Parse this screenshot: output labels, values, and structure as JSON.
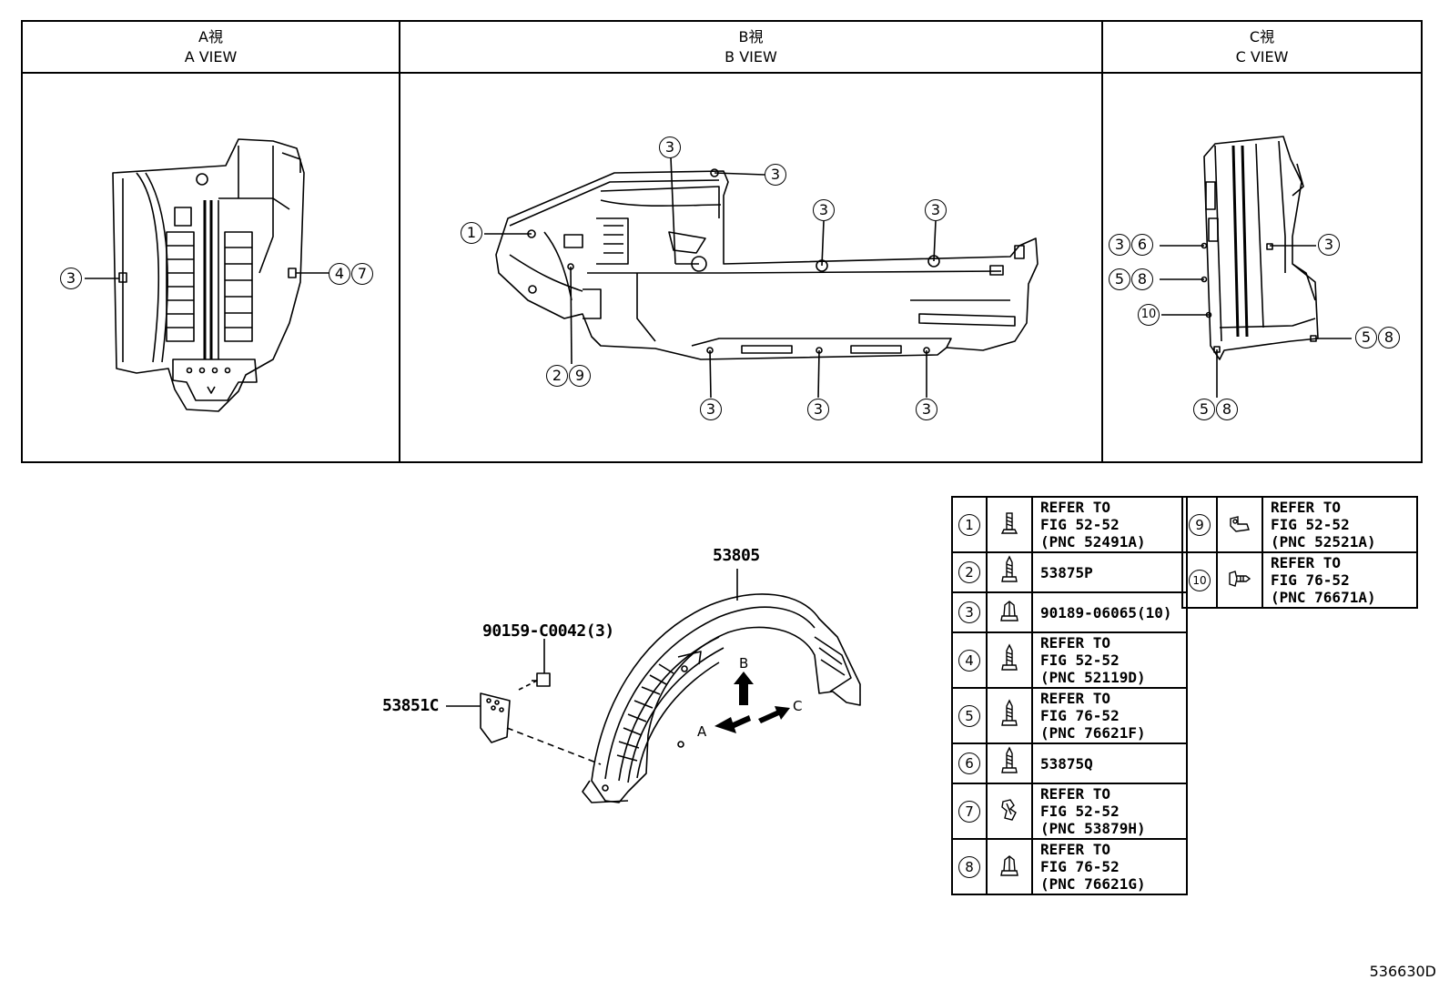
{
  "views": [
    {
      "jp": "A視",
      "en": "A VIEW"
    },
    {
      "jp": "B視",
      "en": "B VIEW"
    },
    {
      "jp": "C視",
      "en": "C VIEW"
    }
  ],
  "callouts": {
    "a_left": "3",
    "a_right_1": "4",
    "a_right_2": "7",
    "b_1": "1",
    "b_top_a": "3",
    "b_top_b": "3",
    "b_mid_a": "3",
    "b_mid_b": "3",
    "b_bot_left_1": "2",
    "b_bot_left_2": "9",
    "b_bot_a": "3",
    "b_bot_b": "3",
    "b_bot_c": "3",
    "c_36_1": "3",
    "c_36_2": "6",
    "c_58_1": "5",
    "c_58_2": "8",
    "c_10": "10",
    "c_right_3": "3",
    "c_right58_1": "5",
    "c_right58_2": "8",
    "c_bot58_1": "5",
    "c_bot58_2": "8"
  },
  "part_numbers": {
    "liner": "53805",
    "bolt": "90159-C0042(3)",
    "flap": "53851C"
  },
  "direction_labels": {
    "a": "A",
    "b": "B",
    "c": "C"
  },
  "legend_left": [
    {
      "num": "1",
      "icon": "bolt-icon",
      "text": "REFER TO\nFIG 52-52\n(PNC 52491A)"
    },
    {
      "num": "2",
      "icon": "screw-icon",
      "text": "53875P"
    },
    {
      "num": "3",
      "icon": "nut-icon",
      "text": "90189-06065(10)"
    },
    {
      "num": "4",
      "icon": "screw-icon",
      "text": "REFER TO\nFIG 52-52\n(PNC 52119D)"
    },
    {
      "num": "5",
      "icon": "screw-icon",
      "text": "REFER TO\nFIG 76-52\n(PNC 76621F)"
    },
    {
      "num": "6",
      "icon": "screw-icon",
      "text": "53875Q"
    },
    {
      "num": "7",
      "icon": "clip-icon",
      "text": "REFER TO\nFIG 52-52\n(PNC 53879H)"
    },
    {
      "num": "8",
      "icon": "nut-icon",
      "text": "REFER TO\nFIG 76-52\n(PNC 76621G)"
    }
  ],
  "legend_right": [
    {
      "num": "9",
      "icon": "clip-nut-icon",
      "text": "REFER TO\nFIG 52-52\n(PNC 52521A)"
    },
    {
      "num": "10",
      "icon": "push-clip-icon",
      "text": "REFER TO\nFIG 76-52\n(PNC 76671A)"
    }
  ],
  "figure_number": "536630D"
}
